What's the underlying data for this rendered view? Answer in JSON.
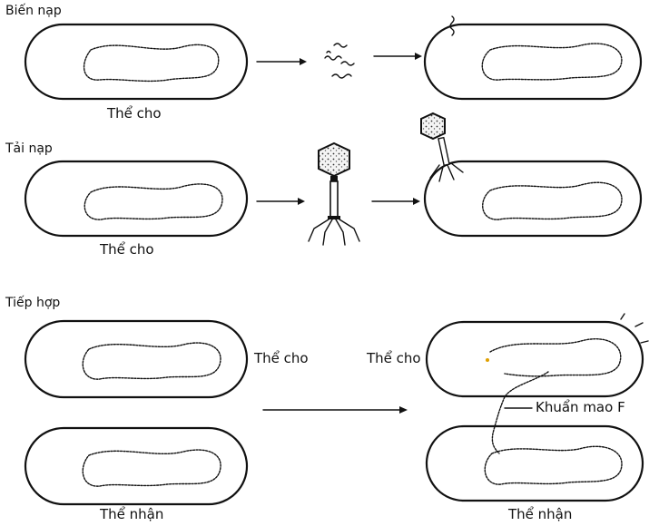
{
  "sections": {
    "transformation": {
      "title": "Biến nạp",
      "donor_label": "Thể cho"
    },
    "transduction": {
      "title": "Tải nạp",
      "donor_label": "Thể cho"
    },
    "conjugation": {
      "title": "Tiếp hợp",
      "donor_label_left": "Thể cho",
      "recipient_label_left": "Thể nhận",
      "donor_label_right": "Thể cho",
      "pilus_label": "Khuẩn mao F",
      "recipient_label_right": "Thể nhận"
    }
  }
}
